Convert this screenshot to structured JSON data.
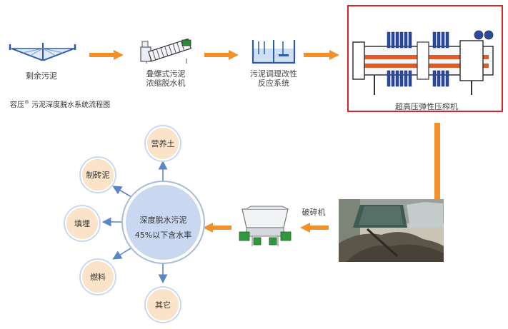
{
  "process": {
    "step1": "剩余污泥",
    "step2_line1": "叠螺式污泥",
    "step2_line2": "浓缩脱水机",
    "step3_line1": "污泥调理改性",
    "step3_line2": "反应系统",
    "step4": "超高压弹性压榨机",
    "step5": "破碎机"
  },
  "caption": {
    "brand": "容压",
    "mark": "®",
    "text": "污泥深度脱水系统流程图"
  },
  "center": {
    "line1": "深度脱水污泥",
    "line2": "45%以下含水率"
  },
  "uses": {
    "nutrient_soil": "营养土",
    "brick": "制砖泥",
    "landfill": "填埋",
    "fuel": "燃料",
    "other": "其它"
  },
  "colors": {
    "arrow_orange": "#f0912a",
    "arrow_blue": "#5b86c5",
    "circle_fill": "#c9d8f0",
    "satellite_fill": "#fae3c8",
    "highlight_border": "#d9242b",
    "press_bar": "#e05a2a"
  }
}
